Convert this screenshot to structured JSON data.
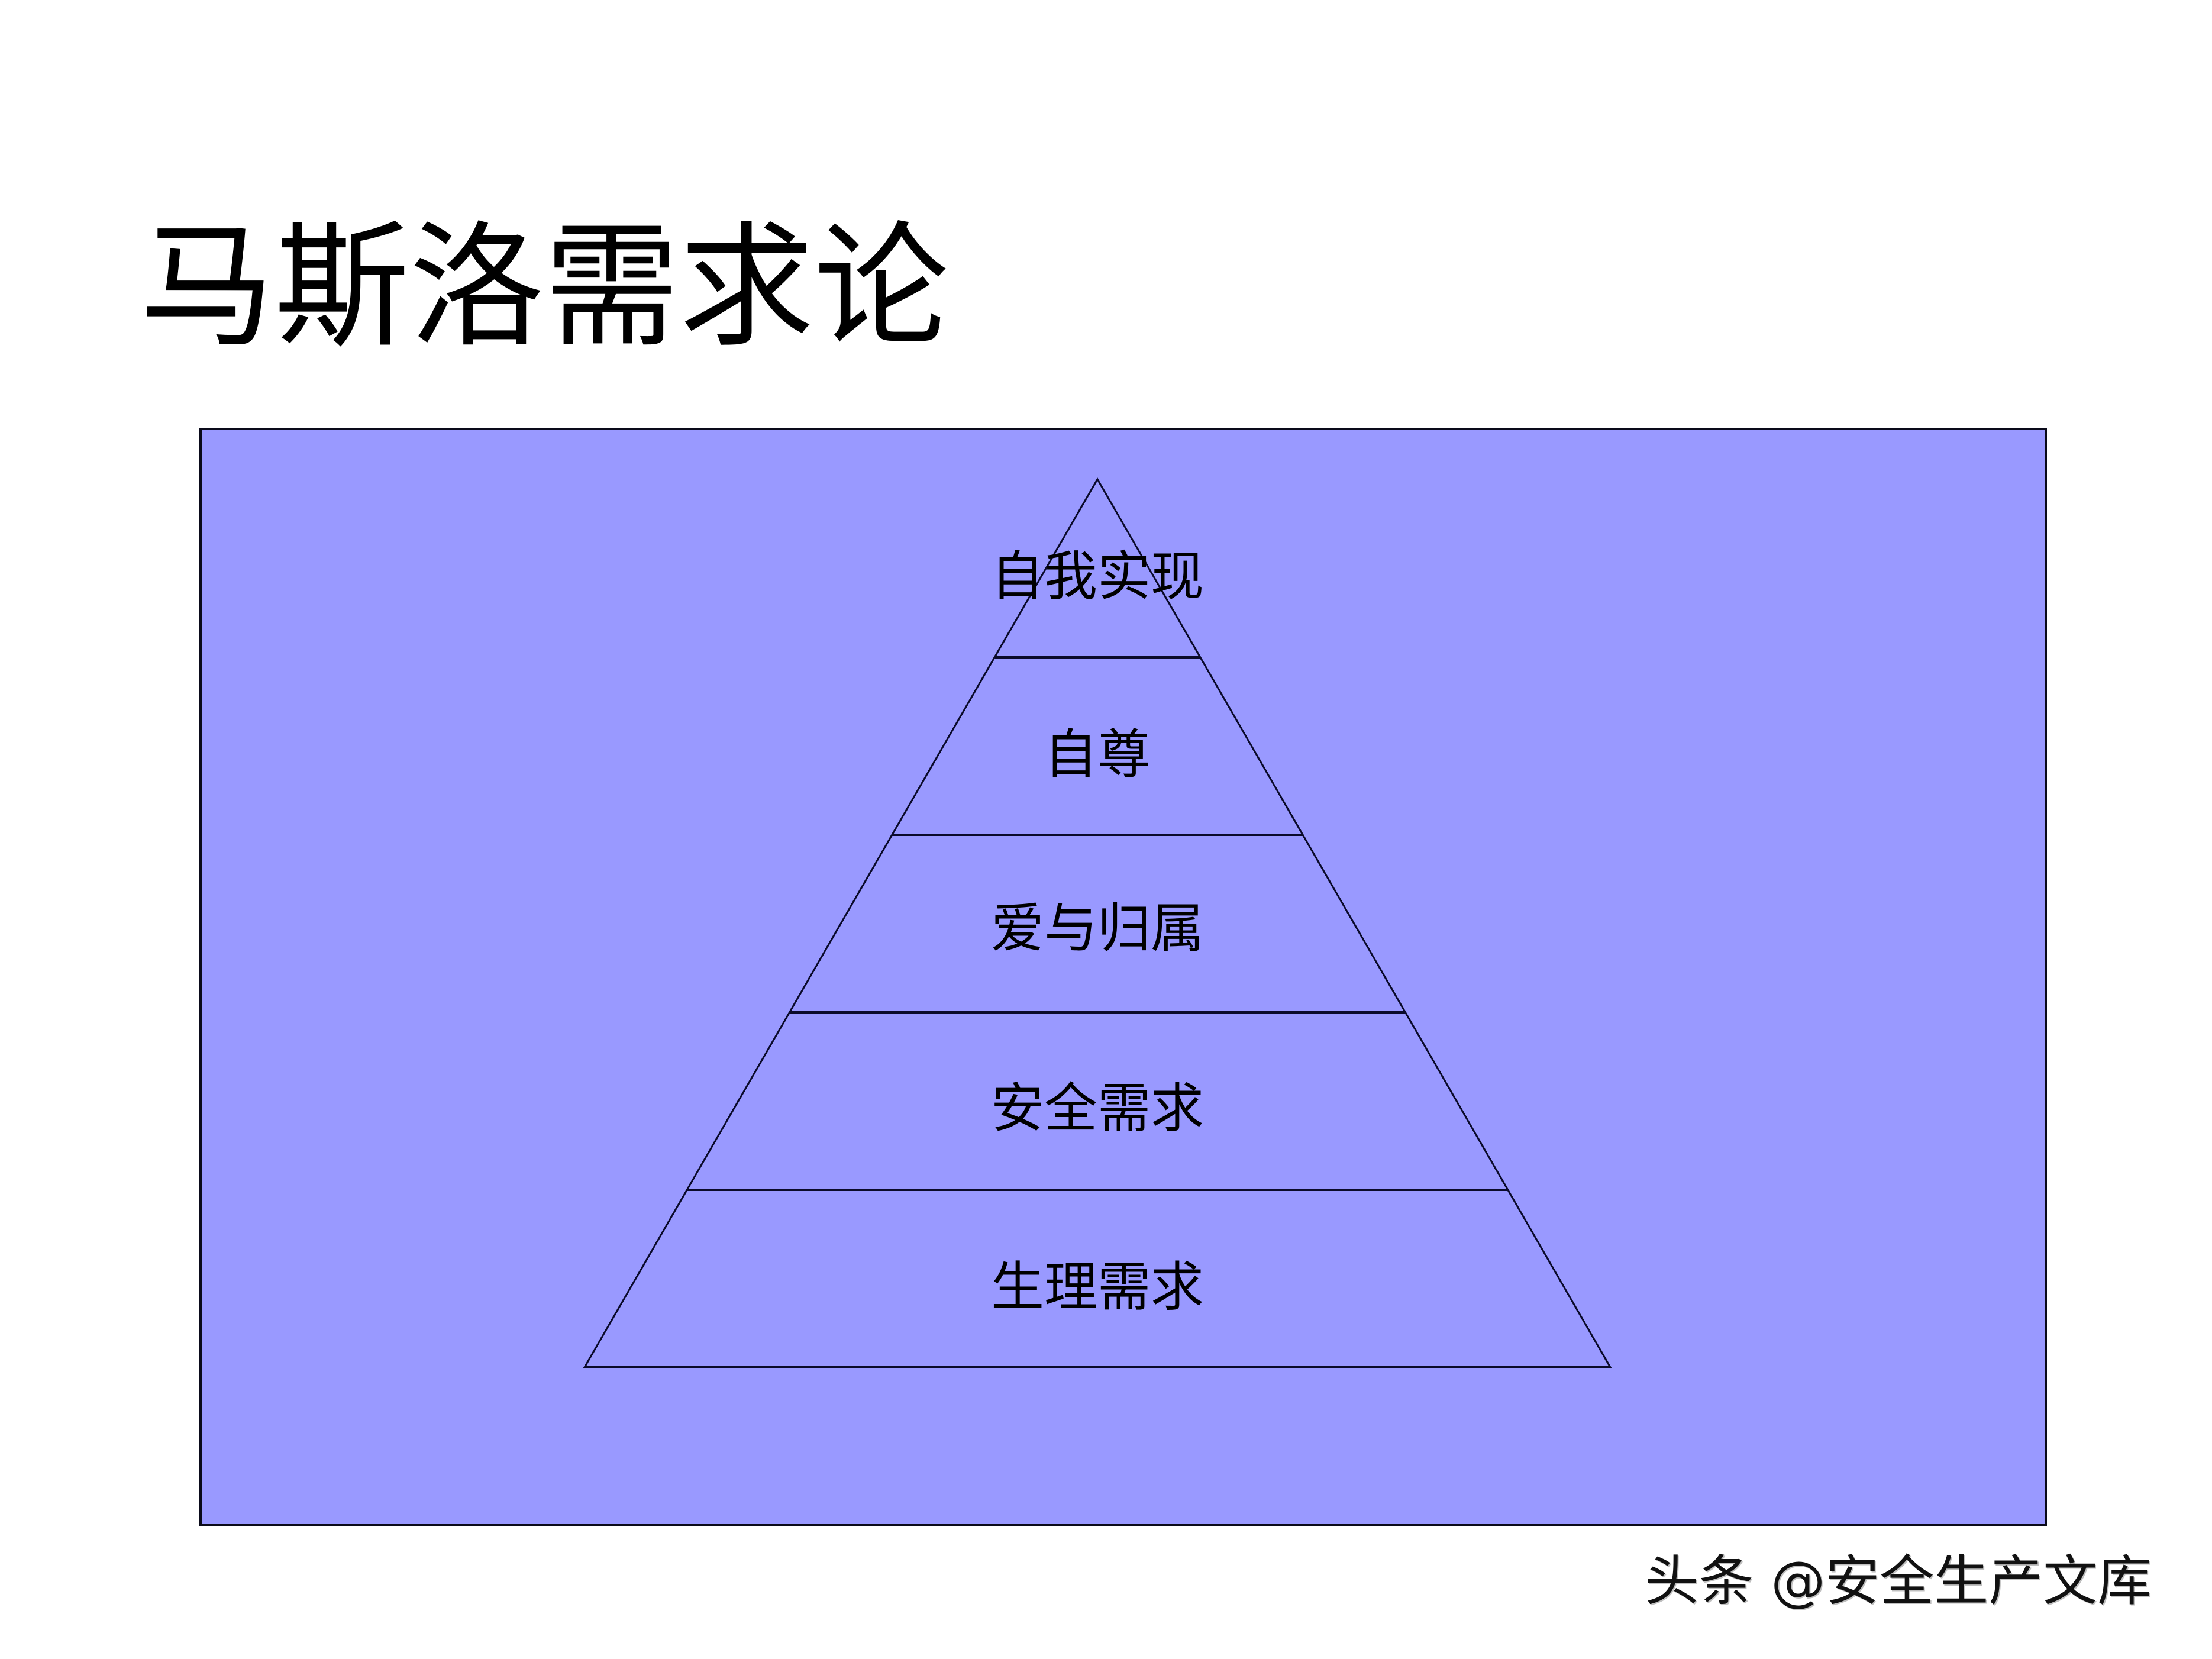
{
  "slide": {
    "title": "马斯洛需求论",
    "background_color": "#ffffff"
  },
  "diagram": {
    "type": "pyramid",
    "panel_color": "#9999ff",
    "line_color": "#0a0a2a",
    "levels": [
      {
        "label": "自我实现",
        "rank": 5
      },
      {
        "label": "自尊",
        "rank": 4
      },
      {
        "label": "爱与归属",
        "rank": 3
      },
      {
        "label": "安全需求",
        "rank": 2
      },
      {
        "label": "生理需求",
        "rank": 1
      }
    ]
  },
  "watermark": {
    "text": "头条 @安全生产文库"
  }
}
